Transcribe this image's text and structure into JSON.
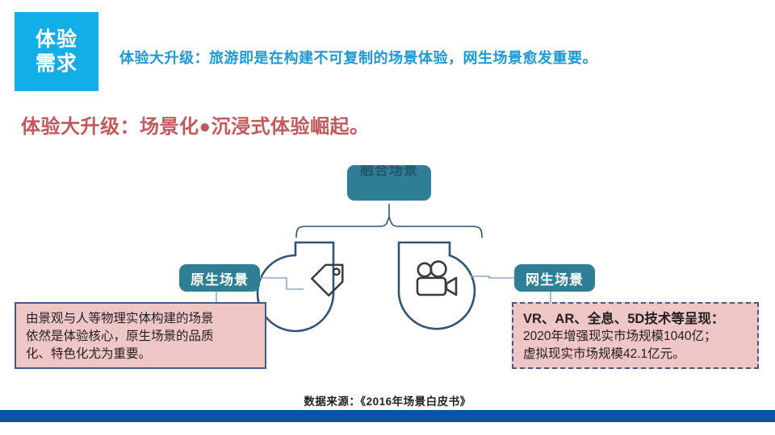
{
  "slide": {
    "badge": {
      "line1": "体验",
      "line2": "需求"
    },
    "headline": "体验大升级：旅游即是在构建不可复制的场景体验，网生场景愈发重要。",
    "subhead": "体验大升级：场景化●沉浸式体验崛起。",
    "source_note": "数据来源：《2016年场景白皮书》"
  },
  "diagram": {
    "fusion_node": "融合场景",
    "left_node": "原生场景",
    "right_node": "网生场景",
    "left_icon": "price-tag-icon",
    "right_icon": "movie-camera-icon",
    "callout_left": {
      "lines": [
        "由景观与人等物理实体构建的场景",
        "依然是体验核心，原生场景的品质",
        "化、特色化尤为重要。"
      ]
    },
    "callout_right": {
      "heading": "VR、AR、全息、5D技术等呈现：",
      "lines": [
        "2020年增强现实市场规模1040亿；",
        "虚拟现实市场规模42.1亿元。"
      ]
    }
  },
  "colors": {
    "badge_blue": "#11AEE8",
    "headline_blue": "#1C9AD6",
    "subhead_red": "#C4595C",
    "node_teal": "#2E7E96",
    "callout_pink": "#EFC6C6",
    "callout_border": "#3E5B8C",
    "footer_blue": "#0B54A3",
    "connector_blue": "#2F5478",
    "connector_light": "#8FA8C4"
  }
}
